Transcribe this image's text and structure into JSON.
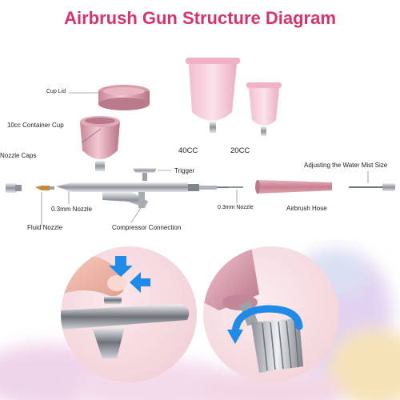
{
  "title": "Airbrush Gun Structure Diagram",
  "colors": {
    "title": "#d6336c",
    "pink": "#e7a9b6",
    "pink_dark": "#c97d8f",
    "chrome": "#c9ccd2",
    "arrow_blue": "#1f8ae8"
  },
  "labels": {
    "cup_lid": "Cup Lid",
    "container_cup": "10cc Container Cup",
    "nozzle_caps": "Nozzle Caps",
    "fluid_nozzle": "Fluid Nozzle",
    "nozzle_left": "0.3mm Nozzle",
    "trigger": "Trigger",
    "compressor": "Compressor Connection",
    "nozzle_right": "0.3mm Nozzle",
    "cup_40": "40CC",
    "cup_20": "20CC",
    "hose": "Airbrush Hose",
    "water_mist": "Adjusting the Water Mist Size"
  }
}
